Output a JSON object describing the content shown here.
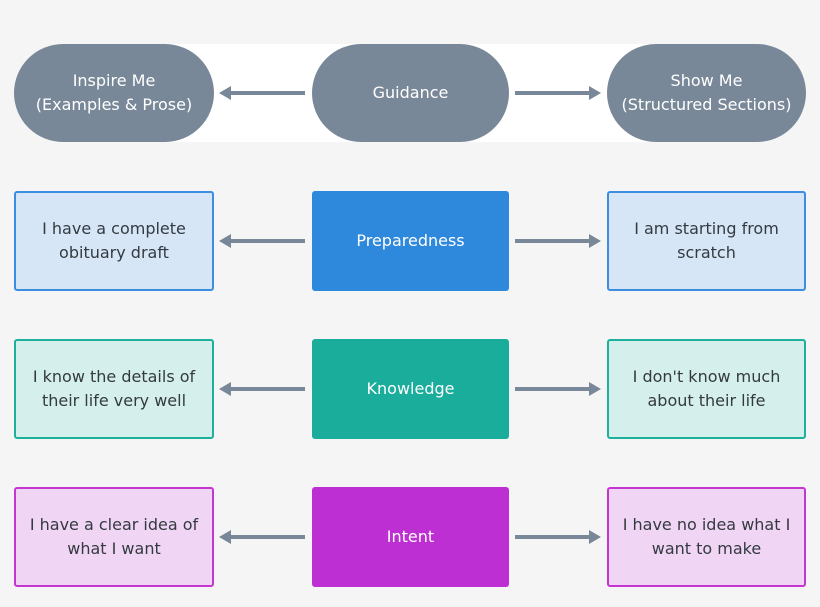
{
  "rows": [
    {
      "left": "Inspire Me\n(Examples & Prose)",
      "center": "Guidance",
      "right": "Show Me\n(Structured Sections)"
    },
    {
      "left": "I have a complete\nobituary draft",
      "center": "Preparedness",
      "right": "I am starting from\nscratch"
    },
    {
      "left": "I know the details of\ntheir life very well",
      "center": "Knowledge",
      "right": "I don't know much\nabout their life"
    },
    {
      "left": "I have a clear idea of\nwhat I want",
      "center": "Intent",
      "right": "I have no idea what I\nwant to make"
    }
  ],
  "colors": {
    "pill": "#798898",
    "arrow": "#798898",
    "preparedness": "#2e88dc",
    "knowledge": "#1aad9b",
    "intent": "#bd2fd2"
  }
}
